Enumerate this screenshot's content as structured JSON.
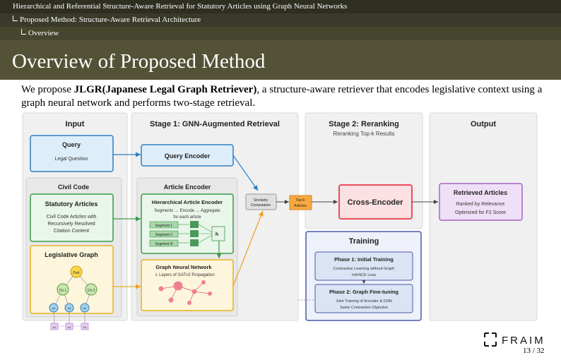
{
  "nav": {
    "presentation_title": "Hierarchical and Referential Structure-Aware Retrieval for Statutory Articles using Graph Neural Networks",
    "section": "Proposed Method: Structure-Aware Retrieval Architecture",
    "subsection": "Overview"
  },
  "slide": {
    "title": "Overview of Proposed Method",
    "intro_pre": "We propose ",
    "intro_bold": "JLGR(Japanese Legal Graph Retriever)",
    "intro_post": ", a structure-aware retriever that encodes legislative context using a graph neural network and performs two-stage retrieval.",
    "page_number": "13 / 32",
    "logo_text": "FRAIM"
  },
  "diagram": {
    "input": {
      "header": "Input",
      "query_title": "Query",
      "query_sub": "Legal Question",
      "civil_code": "Civil Code",
      "statutory_title": "Statutory Articles",
      "statutory_sub": [
        "Civil Code Articles with",
        "Recursively Resolved",
        "Citation Content"
      ],
      "graph_title": "Legislative Graph",
      "node_part": "Part",
      "node_ch1": "Ch.1",
      "node_ch2": "Ch.2",
      "node_art": "Art",
      "node_a1": "A1",
      "node_a2": "A2",
      "node_a3": "A3"
    },
    "stage1": {
      "header": "Stage 1: GNN-Augmented Retrieval",
      "query_encoder": "Query Encoder",
      "article_encoder": "Article Encoder",
      "hae_title": "Hierarchical Article Encoder",
      "hae_sub1": "Segments → Encode → Aggregate",
      "hae_sub2": "for each article",
      "seg1": "Segment 1",
      "seg2": "Segment 2",
      "segn": "Segment N",
      "h_label": "h",
      "gnn_title": "Graph Neural Network",
      "gnn_sub": "L Layers of GATv2 Propagation",
      "similarity": [
        "Similarity",
        "Computation"
      ],
      "topk": [
        "Top-k",
        "Articles"
      ]
    },
    "stage2": {
      "header": "Stage 2: Reranking",
      "sub": "Reranking Top-k Results",
      "cross_encoder": "Cross-Encoder"
    },
    "training": {
      "header": "Training",
      "phase1_title": "Phase 1: Initial Training",
      "phase1_sub1": "Contrastive Learning without Graph",
      "phase1_sub2": "InfoNCE Loss",
      "phase2_title": "Phase 2: Graph Fine-tuning",
      "phase2_sub1": "Joint Training of Encoder & GNN",
      "phase2_sub2": "Same Contrastive Objective"
    },
    "output": {
      "header": "Output",
      "title": "Retrieved Articles",
      "sub1": "Ranked by Relevance",
      "sub2": "Optimized for F2 Score"
    }
  },
  "colors": {
    "nav_dark": "#2e2e21",
    "title_bar": "#545236",
    "panel_bg": "#f0f0f0",
    "query_blue": "#2f7fc1",
    "green": "#3a9a4a",
    "gold": "#e8b020",
    "orange": "#f39c33",
    "red": "#e84d5c",
    "purple": "#a463c8",
    "navy": "#4a5aa8"
  }
}
